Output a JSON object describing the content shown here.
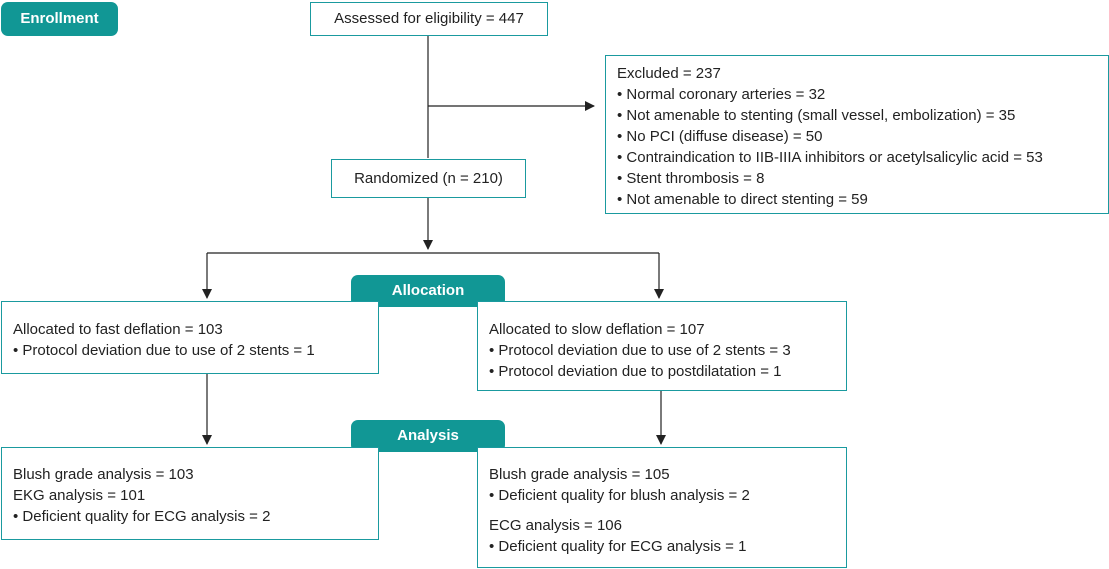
{
  "labels": {
    "enrollment": "Enrollment",
    "allocation": "Allocation",
    "analysis": "Analysis"
  },
  "assessed": "Assessed for eligibility = 447",
  "excluded": {
    "title": "Excluded = 237",
    "items": [
      "• Normal coronary arteries = 32",
      "• Not amenable to stenting (small vessel, embolization) = 35",
      "• No PCI (diffuse disease) = 50",
      "• Contraindication to IIB-IIIA inhibitors or acetylsalicylic acid = 53",
      "• Stent thrombosis = 8",
      "• Not amenable to direct stenting = 59"
    ]
  },
  "randomized": "Randomized (n = 210)",
  "fast": {
    "title": "Allocated to fast deflation = 103",
    "items": [
      "• Protocol deviation due to use of 2 stents = 1"
    ]
  },
  "slow": {
    "title": "Allocated to slow deflation = 107",
    "items": [
      "• Protocol deviation due to use of 2 stents = 3",
      "• Protocol deviation due to postdilatation = 1"
    ]
  },
  "analysis_left": {
    "lines": [
      "Blush grade analysis = 103",
      "EKG analysis = 101",
      "• Deficient quality for ECG analysis = 2"
    ]
  },
  "analysis_right": {
    "blush": "Blush grade analysis = 105",
    "blush_item": "• Deficient quality for blush analysis = 2",
    "ecg": "ECG analysis = 106",
    "ecg_item": "• Deficient quality for ECG analysis = 1"
  },
  "colors": {
    "accent": "#119795",
    "border": "#1a9a9f",
    "line": "#222222"
  }
}
